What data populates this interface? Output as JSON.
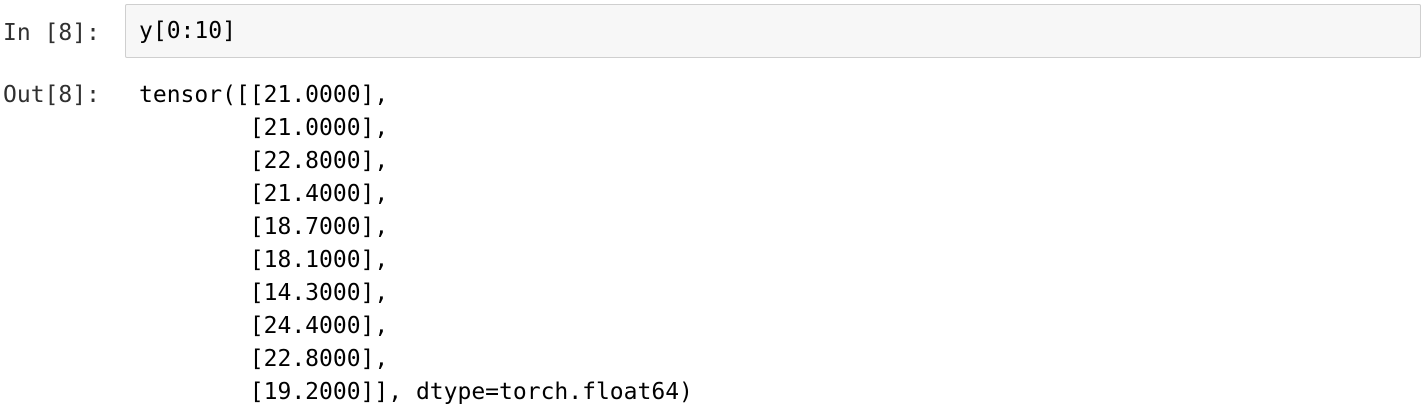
{
  "cell": {
    "in_prompt": "In [8]:",
    "out_prompt": "Out[8]:",
    "input_code": "y[0:10]",
    "output_lines": [
      "tensor([[21.0000],",
      "        [21.0000],",
      "        [22.8000],",
      "        [21.4000],",
      "        [18.7000],",
      "        [18.1000],",
      "        [14.3000],",
      "        [24.4000],",
      "        [22.8000],",
      "        [19.2000]], dtype=torch.float64)"
    ]
  }
}
